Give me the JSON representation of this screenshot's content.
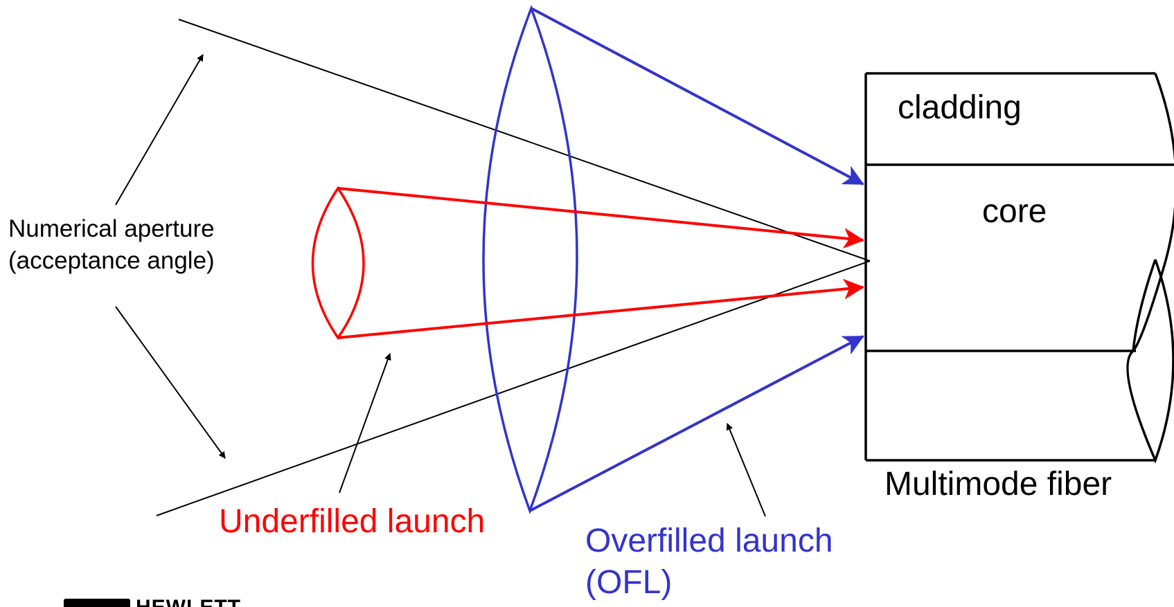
{
  "labels": {
    "numerical_aperture_line1": "Numerical aperture",
    "numerical_aperture_line2": "(acceptance angle)",
    "cladding": "cladding",
    "core": "core",
    "multimode_fiber": "Multimode fiber",
    "underfilled_launch": "Underfilled launch",
    "overfilled_launch_line1": "Overfilled launch",
    "overfilled_launch_line2": "(OFL)"
  },
  "logo": {
    "text": "HEWLETT"
  },
  "colors": {
    "underfilled": "#ff0000",
    "overfilled": "#3333cc",
    "lines": "#000000"
  }
}
